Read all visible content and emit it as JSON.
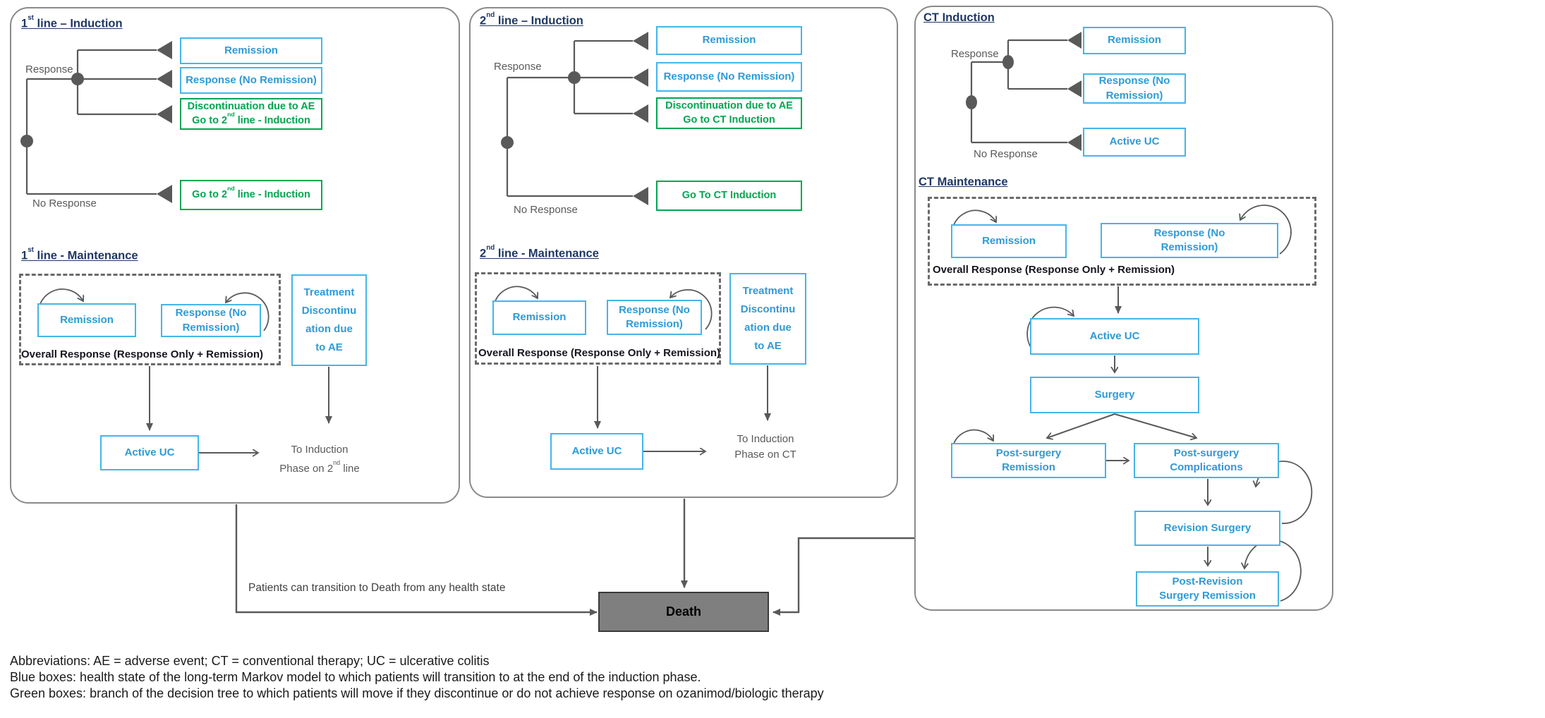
{
  "colors": {
    "blue_border": "#45b5e8",
    "blue_text": "#2e9bd6",
    "green": "#00a651",
    "navy_title": "#1f3864",
    "line_gray": "#595959",
    "death_fill": "#7f7f7f"
  },
  "panel1": {
    "induction_title": {
      "num": "1",
      "sup": "st",
      "rest": " line – Induction"
    },
    "response_label": "Response",
    "no_response_label": "No Response",
    "remission": "Remission",
    "response_no_remission": "Response (No Remission)",
    "discontinuation_l1": "Discontinuation due to AE",
    "goto_pre": "Go to 2",
    "goto_sup": "nd",
    "goto_post": " line - Induction",
    "maintenance_title": {
      "num": "1",
      "sup": "st",
      "rest": " line - Maintenance"
    },
    "maint_remission": "Remission",
    "maint_response_l1": "Response (No",
    "maint_response_l2": "Remission)",
    "overall_response": "Overall Response (Response Only + Remission)",
    "treatment_l1": "Treatment",
    "treatment_l2": "Discontinu",
    "treatment_l3": "ation due",
    "treatment_l4": "to AE",
    "active_uc": "Active UC",
    "to_induction_l1": "To Induction",
    "to_induction_l2_pre": "Phase on 2",
    "to_induction_l2_sup": "nd",
    "to_induction_l2_post": " line"
  },
  "panel2": {
    "induction_title": {
      "num": "2",
      "sup": "nd",
      "rest": " line – Induction"
    },
    "response_label": "Response",
    "no_response_label": "No Response",
    "remission": "Remission",
    "response_no_remission": "Response (No Remission)",
    "discontinuation_l1": "Discontinuation due to AE",
    "discontinuation_l2": "Go to CT Induction",
    "goto_ct": "Go To CT Induction",
    "maintenance_title": {
      "num": "2",
      "sup": "nd",
      "rest": " line - Maintenance"
    },
    "maint_remission": "Remission",
    "maint_response_l1": "Response (No",
    "maint_response_l2": "Remission)",
    "overall_response": "Overall Response (Response Only + Remission)",
    "treatment_l1": "Treatment",
    "treatment_l2": "Discontinu",
    "treatment_l3": "ation due",
    "treatment_l4": "to AE",
    "active_uc": "Active UC",
    "to_induction_l1": "To Induction",
    "to_induction_l2": "Phase on CT"
  },
  "panel3": {
    "induction_title": "CT Induction",
    "response_label": "Response",
    "no_response_label": "No Response",
    "remission": "Remission",
    "response_l1": "Response (No",
    "response_l2": "Remission)",
    "active_uc_outcome": "Active UC",
    "maintenance_title": "CT Maintenance",
    "maint_remission": "Remission",
    "maint_response_l1": "Response (No",
    "maint_response_l2": "Remission)",
    "overall_response": "Overall Response (Response Only + Remission)",
    "active_uc": "Active UC",
    "surgery": "Surgery",
    "post_surgery_remission_l1": "Post-surgery",
    "post_surgery_remission_l2": "Remission",
    "post_surgery_complications_l1": "Post-surgery",
    "post_surgery_complications_l2": "Complications",
    "revision_surgery": "Revision Surgery",
    "post_revision_l1": "Post-Revision",
    "post_revision_l2": "Surgery Remission"
  },
  "death": {
    "label": "Death",
    "note": "Patients can transition to Death from any health state"
  },
  "footer": {
    "line1": "Abbreviations: AE = adverse event; CT = conventional therapy; UC = ulcerative colitis",
    "line2": "Blue boxes: health state of the long-term Markov model to which patients will transition to at the end of the induction phase.",
    "line3": "Green boxes: branch of the decision tree to which patients will move if they discontinue or do not achieve response on ozanimod/biologic therapy"
  }
}
